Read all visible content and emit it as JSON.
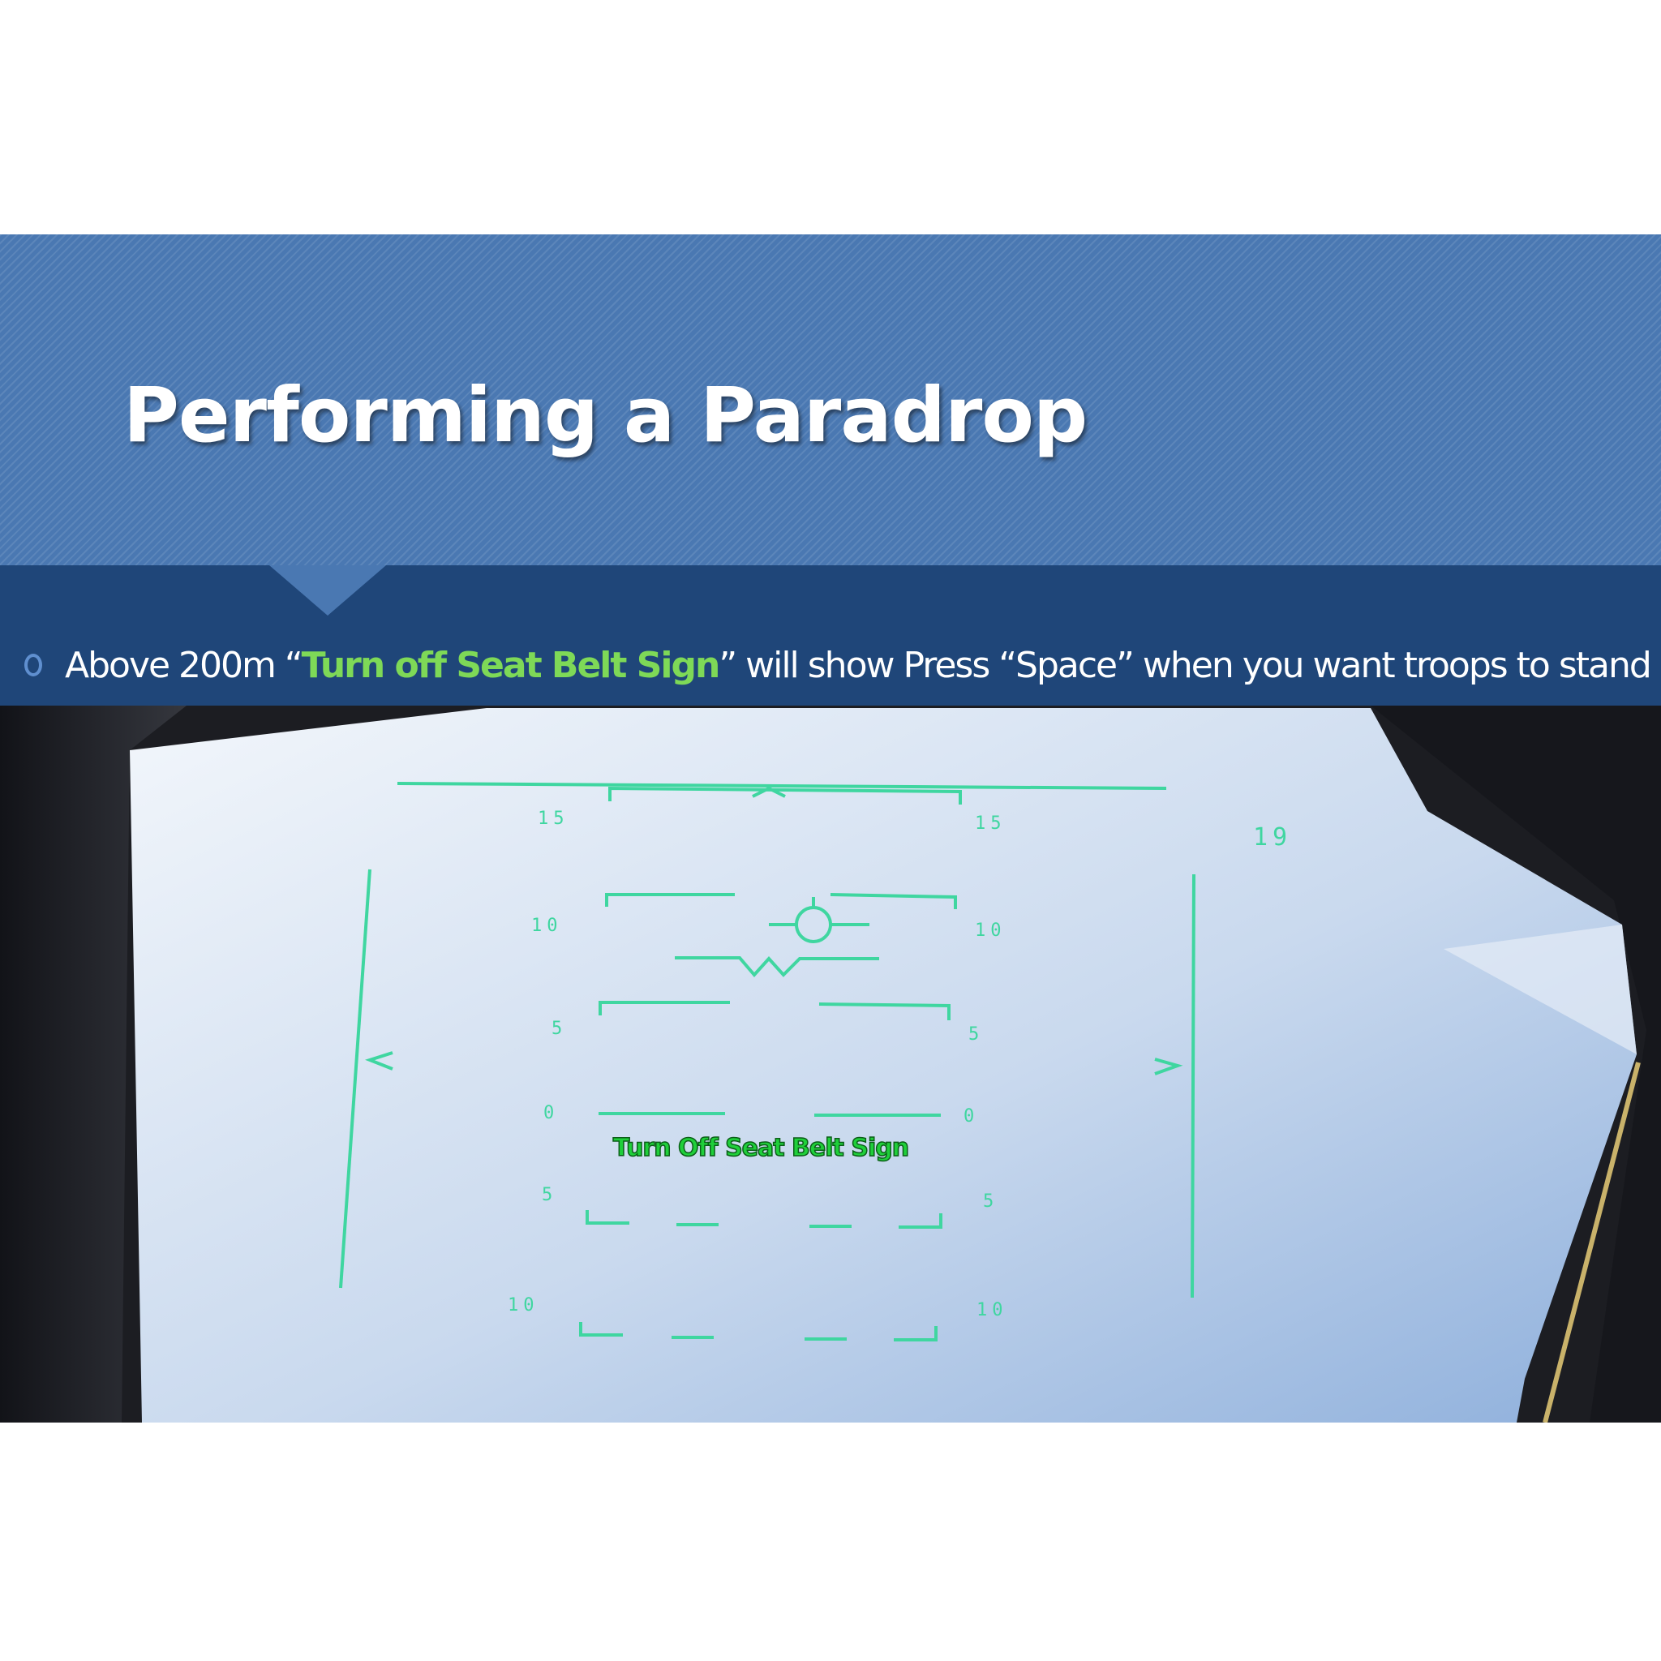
{
  "slide": {
    "title": "Performing a Paradrop",
    "bullet": {
      "prefix": "Above 200m “",
      "highlight": "Turn off Seat Belt Sign",
      "suffix": "” will show Press “Space” when you want troops to stand"
    }
  },
  "hud": {
    "caption": "Turn Off Seat Belt Sign",
    "heading": "19",
    "pitch_labels": {
      "p15": "15",
      "p10": "10",
      "p5": "5",
      "p0": "0",
      "m5": "5",
      "m10": "10"
    }
  },
  "colors": {
    "title_band": "#4a78b2",
    "sub_band": "#1f4679",
    "highlight_text": "#7ed957",
    "hud_green": "#3fd6a0",
    "caption_green": "#1fcf3a"
  }
}
